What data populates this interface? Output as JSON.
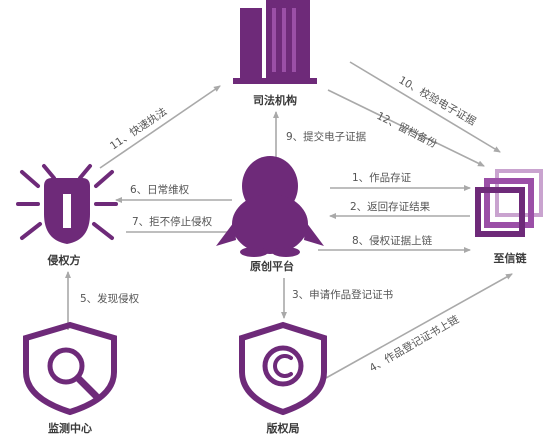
{
  "colors": {
    "purple": "#6e2a79",
    "purple_light": "#9b4fa7",
    "arrow": "#a9a9a9",
    "label": "#555555",
    "node_text": "#3a3a3a",
    "background": "#ffffff"
  },
  "nodes": {
    "judicial": {
      "label": "司法机构",
      "icon": "building-icon"
    },
    "infringer": {
      "label": "侵权方",
      "icon": "bug-icon"
    },
    "platform": {
      "label": "原创平台",
      "icon": "penguin-icon"
    },
    "blockchain": {
      "label": "至信链",
      "icon": "chain-squares-icon"
    },
    "monitor": {
      "label": "监测中心",
      "icon": "magnifier-shield-icon"
    },
    "copyright": {
      "label": "版权局",
      "icon": "copyright-shield-icon"
    }
  },
  "edges": {
    "e1": "1、作品存证",
    "e2": "2、返回存证结果",
    "e3": "3、申请作品登记证书",
    "e4": "4、作品登记证书上链",
    "e5": "5、发现侵权",
    "e6": "6、日常维权",
    "e7": "7、拒不停止侵权",
    "e8": "8、侵权证据上链",
    "e9": "9、提交电子证据",
    "e10": "10、校验电子证据",
    "e11": "11、快速执法",
    "e12": "12、留档备份"
  }
}
